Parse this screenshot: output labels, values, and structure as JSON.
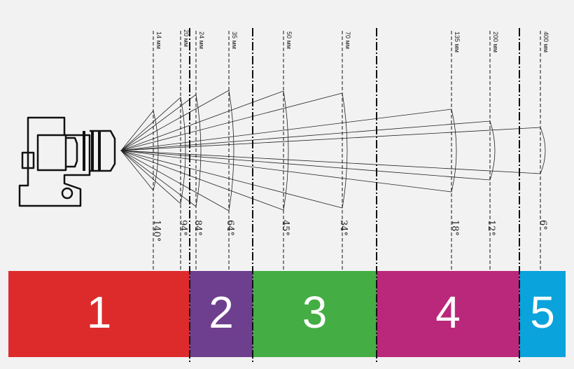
{
  "lenses": [
    {
      "focal": "14 мм",
      "angle": "140°"
    },
    {
      "focal": "20 мм",
      "angle": "94°"
    },
    {
      "focal": "24 мм",
      "angle": "84°"
    },
    {
      "focal": "35 мм",
      "angle": "64°"
    },
    {
      "focal": "50 мм",
      "angle": "45°"
    },
    {
      "focal": "70 мм",
      "angle": "34°"
    },
    {
      "focal": "135 мм",
      "angle": "18°"
    },
    {
      "focal": "200 мм",
      "angle": "12°"
    },
    {
      "focal": "400 мм",
      "angle": "6°"
    }
  ],
  "zones": [
    {
      "label": "1",
      "color": "#dd2b2b"
    },
    {
      "label": "2",
      "color": "#6e3f8e"
    },
    {
      "label": "3",
      "color": "#44ad44"
    },
    {
      "label": "4",
      "color": "#b9287a"
    },
    {
      "label": "5",
      "color": "#0aa3dc"
    }
  ],
  "icons": {
    "camera": "camera-icon"
  }
}
